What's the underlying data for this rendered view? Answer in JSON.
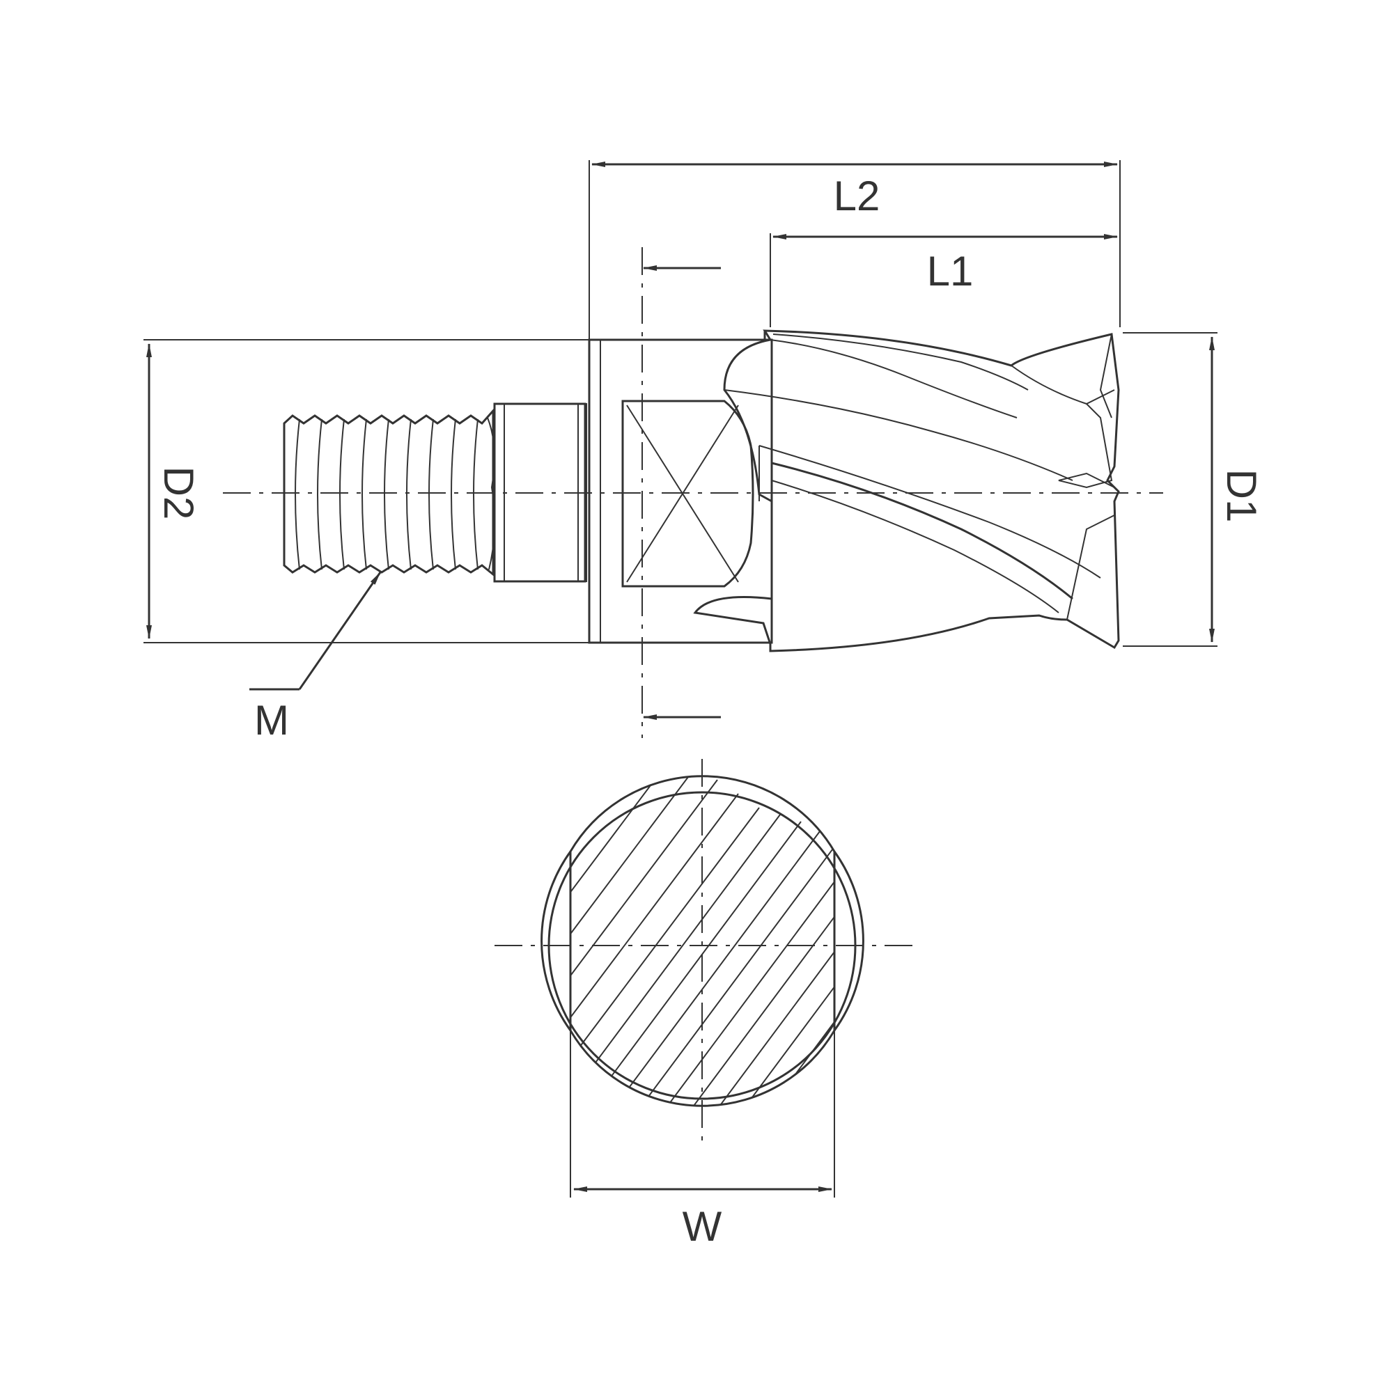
{
  "diagram": {
    "labels": {
      "l2": "L2",
      "l1": "L1",
      "d2": "D2",
      "d1": "D1",
      "m": "M",
      "w": "W"
    },
    "colors": {
      "ink": "#333333",
      "body_light": "#f2f2f2",
      "body_mid": "#d4d4d4",
      "body_dark": "#a8a8a8"
    }
  }
}
